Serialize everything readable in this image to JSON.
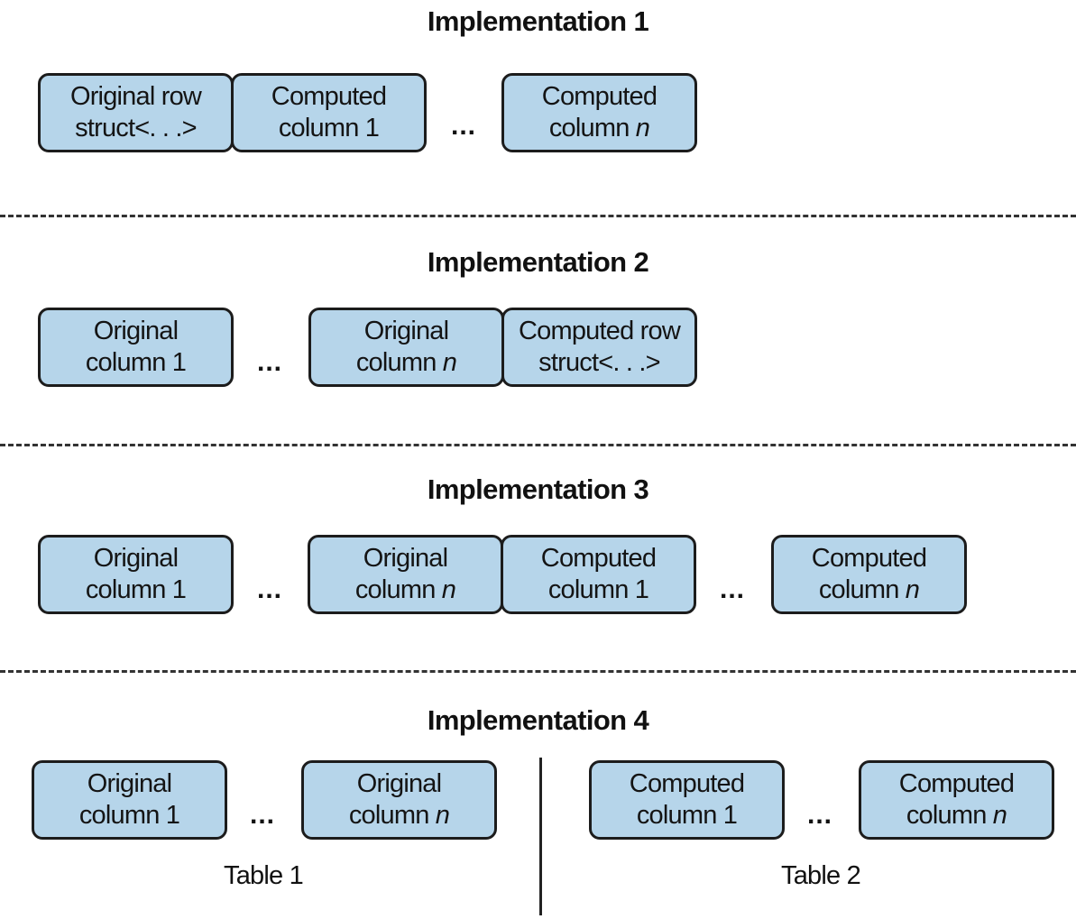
{
  "implementations": [
    {
      "title": "Implementation 1",
      "boxes": [
        {
          "line1": "Original row",
          "line2": "struct<. . .>"
        },
        {
          "line1": "Computed",
          "line2": "column 1"
        },
        {
          "line1": "Computed",
          "line2": "column",
          "italic": "n"
        }
      ],
      "ellipsis": [
        "..."
      ]
    },
    {
      "title": "Implementation 2",
      "boxes": [
        {
          "line1": "Original",
          "line2": "column 1"
        },
        {
          "line1": "Original",
          "line2": "column",
          "italic": "n"
        },
        {
          "line1": "Computed row",
          "line2": "struct<. . .>"
        }
      ],
      "ellipsis": [
        "..."
      ]
    },
    {
      "title": "Implementation 3",
      "boxes": [
        {
          "line1": "Original",
          "line2": "column 1"
        },
        {
          "line1": "Original",
          "line2": "column",
          "italic": "n"
        },
        {
          "line1": "Computed",
          "line2": "column 1"
        },
        {
          "line1": "Computed",
          "line2": "column",
          "italic": "n"
        }
      ],
      "ellipsis": [
        "...",
        "..."
      ]
    },
    {
      "title": "Implementation 4",
      "boxes": [
        {
          "line1": "Original",
          "line2": "column 1"
        },
        {
          "line1": "Original",
          "line2": "column",
          "italic": "n"
        },
        {
          "line1": "Computed",
          "line2": "column 1"
        },
        {
          "line1": "Computed",
          "line2": "column",
          "italic": "n"
        }
      ],
      "ellipsis": [
        "...",
        "..."
      ],
      "tables": [
        "Table 1",
        "Table 2"
      ]
    }
  ],
  "colors": {
    "box_fill": "#b6d5ea",
    "box_border": "#1c1c1c"
  }
}
